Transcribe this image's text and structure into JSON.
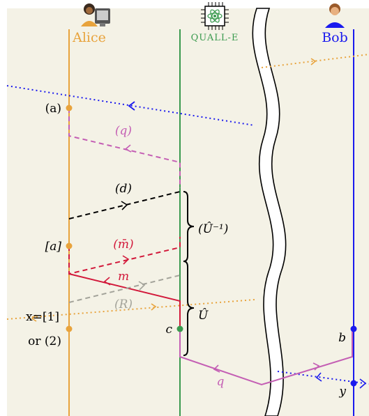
{
  "agents": {
    "alice": {
      "name": "Alice",
      "color": "#e8a33c",
      "icon": "alice-avatar-icon"
    },
    "quall_e": {
      "name": "QUALL-E",
      "color": "#3a9a4e",
      "icon": "chip-icon"
    },
    "bob": {
      "name": "Bob",
      "color": "#1a1aee",
      "icon": "bob-avatar-icon"
    }
  },
  "labels": {
    "a_paren": "(a)",
    "q_paren": "(q)",
    "d_paren": "(d)",
    "a_bracket": "[a]",
    "m_bar": "(m̄)",
    "m": "m",
    "R_paren": "(R)",
    "U_inv": "(Û⁻¹)",
    "U": "Û",
    "x_eq": "x=[1]",
    "or2": "or (2)",
    "c": "c",
    "b": "b",
    "q": "q",
    "y": "y"
  },
  "colors": {
    "background": "#f4f2e6",
    "alice_line": "#e8a33c",
    "quall_line": "#3a9a4e",
    "bob_line": "#1a1aee",
    "q_purple": "#c45fb4",
    "m_red": "#d2183a",
    "R_gray": "#a3a39a",
    "black": "#000000"
  }
}
